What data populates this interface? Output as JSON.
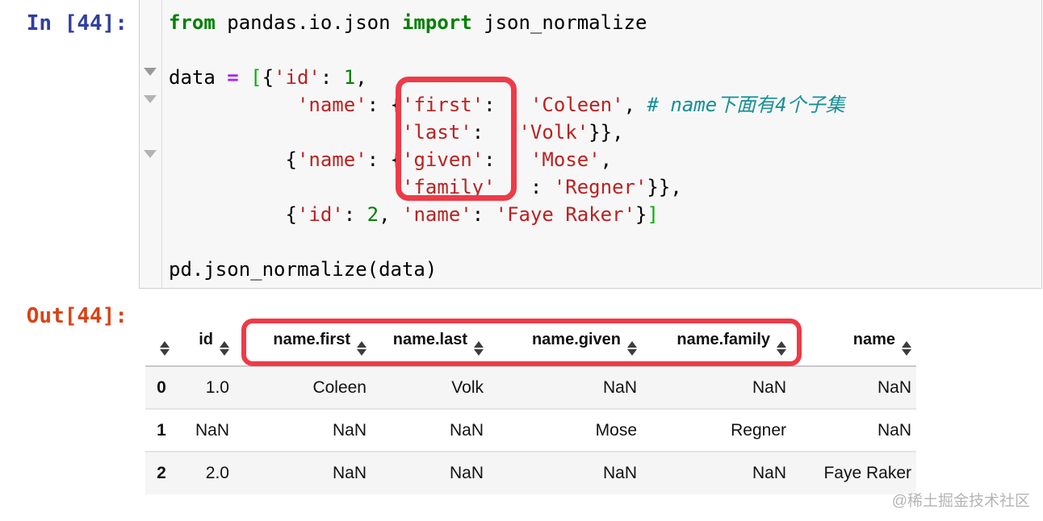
{
  "notebook": {
    "in_prompt": "In [44]:",
    "out_prompt": "Out[44]:",
    "watermark": "@稀土掘金技术社区"
  },
  "colors": {
    "in_prompt": "#303F9F",
    "out_prompt": "#D84315",
    "cell_background": "#F7F7F7",
    "cell_border": "#CFCFCF",
    "annotation_red": "#EE3B47",
    "keyword_green": "#008000",
    "string_red": "#BA2121",
    "operator_purple": "#AA22FF",
    "comment_teal": "#178F96",
    "row_stripe": "#F5F5F5"
  },
  "code": {
    "lines": [
      [
        {
          "t": "from",
          "c": "kw"
        },
        {
          "t": " pandas.io.json "
        },
        {
          "t": "import",
          "c": "kw"
        },
        {
          "t": " json_normalize"
        }
      ],
      [],
      [
        {
          "t": "data "
        },
        {
          "t": "=",
          "c": "op"
        },
        {
          "t": " "
        },
        {
          "t": "[",
          "c": "mb"
        },
        {
          "t": "{"
        },
        {
          "t": "'id'",
          "c": "str"
        },
        {
          "t": ": "
        },
        {
          "t": "1",
          "c": "num"
        },
        {
          "t": ","
        }
      ],
      [
        {
          "t": "           "
        },
        {
          "t": "'name'",
          "c": "str"
        },
        {
          "t": ": {"
        },
        {
          "t": "'first'",
          "c": "str"
        },
        {
          "t": ":   "
        },
        {
          "t": "'Coleen'",
          "c": "str"
        },
        {
          "t": ", "
        },
        {
          "t": "# name下面有4个子集",
          "c": "com"
        }
      ],
      [
        {
          "t": "                    "
        },
        {
          "t": "'last'",
          "c": "str"
        },
        {
          "t": ":   "
        },
        {
          "t": "'Volk'",
          "c": "str"
        },
        {
          "t": "}},"
        }
      ],
      [
        {
          "t": "          {"
        },
        {
          "t": "'name'",
          "c": "str"
        },
        {
          "t": ": {"
        },
        {
          "t": "'given'",
          "c": "str"
        },
        {
          "t": ":   "
        },
        {
          "t": "'Mose'",
          "c": "str"
        },
        {
          "t": ","
        }
      ],
      [
        {
          "t": "                    "
        },
        {
          "t": "'family'",
          "c": "str"
        },
        {
          "t": "   : "
        },
        {
          "t": "'Regner'",
          "c": "str"
        },
        {
          "t": "}},"
        }
      ],
      [
        {
          "t": "          {"
        },
        {
          "t": "'id'",
          "c": "str"
        },
        {
          "t": ": "
        },
        {
          "t": "2",
          "c": "num"
        },
        {
          "t": ", "
        },
        {
          "t": "'name'",
          "c": "str"
        },
        {
          "t": ": "
        },
        {
          "t": "'Faye Raker'",
          "c": "str"
        },
        {
          "t": "}"
        },
        {
          "t": "]",
          "c": "mb"
        }
      ],
      [],
      [
        {
          "t": "pd.json_normalize(data)"
        }
      ]
    ]
  },
  "table": {
    "columns": [
      "",
      "id",
      "name.first",
      "name.last",
      "name.given",
      "name.family",
      "name"
    ],
    "rows": [
      {
        "index": "0",
        "cells": [
          "1.0",
          "Coleen",
          "Volk",
          "NaN",
          "NaN",
          "NaN"
        ]
      },
      {
        "index": "1",
        "cells": [
          "NaN",
          "NaN",
          "NaN",
          "Mose",
          "Regner",
          "NaN"
        ]
      },
      {
        "index": "2",
        "cells": [
          "2.0",
          "NaN",
          "NaN",
          "NaN",
          "NaN",
          "Faye Raker"
        ]
      }
    ]
  }
}
